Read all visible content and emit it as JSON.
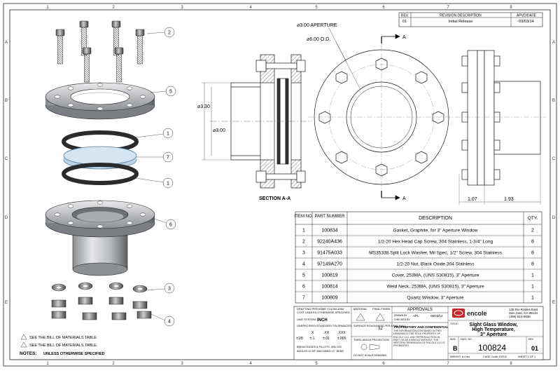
{
  "zones_top": [
    "1",
    "2",
    "3",
    "4",
    "5",
    "6",
    "7",
    "8"
  ],
  "zones_side": [
    "A",
    "B",
    "C",
    "D",
    "E"
  ],
  "revision": {
    "headers": [
      "REV",
      "REVISION DESCRIPTION",
      "APVD/DATE"
    ],
    "row": [
      "01",
      "Initial Release",
      "09/03/14"
    ]
  },
  "balloons": [
    "2",
    "5",
    "1",
    "7",
    "1",
    "6",
    "3",
    "4"
  ],
  "section": {
    "title": "SECTION A-A",
    "dim_330": "⌀3.30",
    "dim_300": "⌀3.00",
    "cut_label_top": "A",
    "cut_label_bottom": "A"
  },
  "front_view": {
    "aperture": "⌀3.00 APERTURE",
    "od": "⌀6.00 O.D."
  },
  "side_view": {
    "dim_107": "1.07",
    "dim_193": "1.93"
  },
  "bom": {
    "headers": {
      "item": "ITEM NO.",
      "part": "PART NUMBER",
      "desc": "DESCRIPTION",
      "qty": "QTY."
    },
    "rows": [
      {
        "item": "1",
        "part": "100834",
        "desc": "Gasket, Graphite, for 3\" Aperture Window",
        "qty": "2"
      },
      {
        "item": "2",
        "part": "92240A436",
        "desc": "1/2-20 Hex Head Cap Screw, 304 Stainless, 1-3/4\" Long",
        "qty": "8"
      },
      {
        "item": "3",
        "part": "91475A033",
        "desc": "MS35338 Split Lock Washer, Mil Spec, 1/2\" Screw, 304 Stainless",
        "qty": "8"
      },
      {
        "item": "4",
        "part": "97149A270",
        "desc": "1/2-20 Nut, Black Oxide 304 Stainless",
        "qty": "8"
      },
      {
        "item": "5",
        "part": "100819",
        "desc": "Cover, 253MA, (UNS S30815), 3\" Aperture",
        "qty": "1"
      },
      {
        "item": "6",
        "part": "100814",
        "desc": "Weld Neck, 253MA, (UNS S30815), 3\" Aperture",
        "qty": "1"
      },
      {
        "item": "7",
        "part": "100809",
        "desc": "Quartz Window, 3\" Aperture",
        "qty": "1"
      }
    ]
  },
  "notes": {
    "label": "NOTES:",
    "text": "UNLESS OTHERWISE SPECIFIED",
    "bom_note_1": "SEE THE BILL OF MATERIALS TABLE.",
    "bom_note_2": "SEE THE BILL OF MATERIALS TABLE."
  },
  "title_block": {
    "drafting": "DRAFTING PER ASME Y14.5M-1994",
    "cost": "COST UNLESS OTHERWISE SPECIFIED",
    "unit_system_label": "UNIT SYSTEM:",
    "unit_system": "INCH",
    "tolerances": "UNSPECIFIED STANDARD TOLERANCES:",
    "tol_cols": [
      ".X",
      ".XX",
      ".XXX"
    ],
    "tol_vals": [
      "±.1",
      "±.01",
      "±.005"
    ],
    "tol_frac": "±1/8",
    "break_edges": "BREAK EDGES & FILLETS .005/.010",
    "angles": "ANGLES ±0.50° MACHINED ±1° BEND",
    "material_label": "MATERIAL",
    "finish_label": "FINAL FINISH",
    "roughness": "SURFACE ROUGHNESS PER ASME B46.1",
    "roughness_value": "32",
    "projection": "THIRD ANGLE PROJECTION",
    "no_scale": "DO NOT SCALE DRAWING",
    "approvals": "APPROVALS",
    "drawn_by_label": "DRAWN BY",
    "drawn_by": "APL",
    "drawn_date": "09/03/14",
    "checked_label": "CHECKED BY",
    "proprietary": "PROPRIETARY AND CONFIDENTIAL",
    "proprietary_text": "THE INFORMATION CONTAINED IN THIS DRAWING IS THE SOLE PROPERTY OF ENCOLE LLC. ANY REPRODUCTION IN PART OR AS A WHOLE WITHOUT THE WRITTEN PERMISSION OF ENCOLE LLC IS PROHIBITED.",
    "company": "encole",
    "address_1": "135 Rio Robles East",
    "address_2": "San Jose, CA 95134",
    "phone": "(408) 514-5838",
    "title_label": "TITLE:",
    "title_1": "Sight Glass Window,",
    "title_2": "High Temperature,",
    "title_3": "3\" Aperture",
    "size_label": "SIZE",
    "size": "B",
    "dwg_label": "DWG. NO.",
    "dwg_no": "100824",
    "rev_label": "REV",
    "rev": "01",
    "weight": "WEIGHT: 8.4 lbs",
    "cage": "CAGE Code: 51RJ2",
    "sheet": "SHEET 1 OF 1",
    "bottom_b": "B"
  },
  "colors": {
    "line": "#1a1a1a",
    "steel_light": "#d9dadc",
    "steel_dark": "#6d7074",
    "quartz": "#b9d4ea",
    "gasket": "#2b2b2b",
    "encole_red": "#c8242b"
  }
}
